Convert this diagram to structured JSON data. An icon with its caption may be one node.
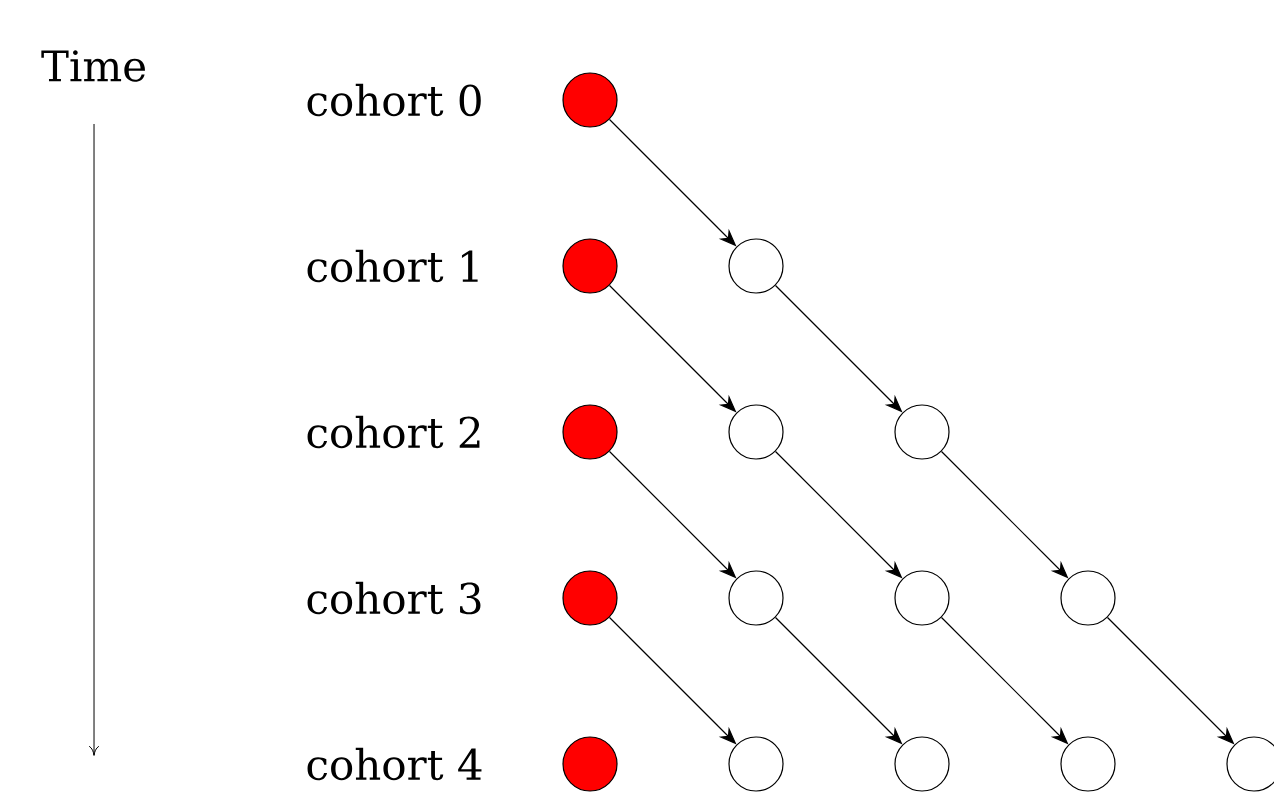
{
  "diagram": {
    "nodes": [
      {
        "text": [],
        "shape": "circle",
        "beside": [
          "cohort 0"
        ]
      },
      {
        "text": [],
        "shape": "circle",
        "beside": [
          "cohort 1"
        ]
      },
      {
        "text": [],
        "shape": "circle"
      },
      {
        "text": [],
        "shape": "circle",
        "beside": [
          "cohort 2"
        ]
      },
      {
        "text": [],
        "shape": "circle"
      },
      {
        "text": [],
        "shape": "circle"
      },
      {
        "text": [],
        "shape": "circle",
        "beside": [
          "cohort 3"
        ]
      },
      {
        "text": [],
        "shape": "circle"
      },
      {
        "text": [],
        "shape": "circle"
      },
      {
        "text": [],
        "shape": "circle"
      },
      {
        "text": [],
        "shape": "circle",
        "beside": [
          "cohort 4"
        ]
      },
      {
        "text": [],
        "shape": "circle"
      },
      {
        "text": [],
        "shape": "circle"
      },
      {
        "text": [],
        "shape": "circle"
      },
      {
        "text": [],
        "shape": "circle"
      }
    ],
    "edges": [
      {
        "from": 0,
        "to": 2,
        "arrow": "to"
      },
      {
        "from": 1,
        "to": 4,
        "arrow": "to"
      },
      {
        "from": 2,
        "to": 5,
        "arrow": "to"
      },
      {
        "from": 3,
        "to": 7,
        "arrow": "to"
      },
      {
        "from": 4,
        "to": 8,
        "arrow": "to"
      },
      {
        "from": 5,
        "to": 9,
        "arrow": "to"
      },
      {
        "from": 6,
        "to": 11,
        "arrow": "to"
      },
      {
        "from": 7,
        "to": 12,
        "arrow": "to"
      },
      {
        "from": 8,
        "to": 13,
        "arrow": "to"
      },
      {
        "from": 9,
        "to": 14,
        "arrow": "to"
      }
    ],
    "labels": [
      "Time"
    ]
  }
}
